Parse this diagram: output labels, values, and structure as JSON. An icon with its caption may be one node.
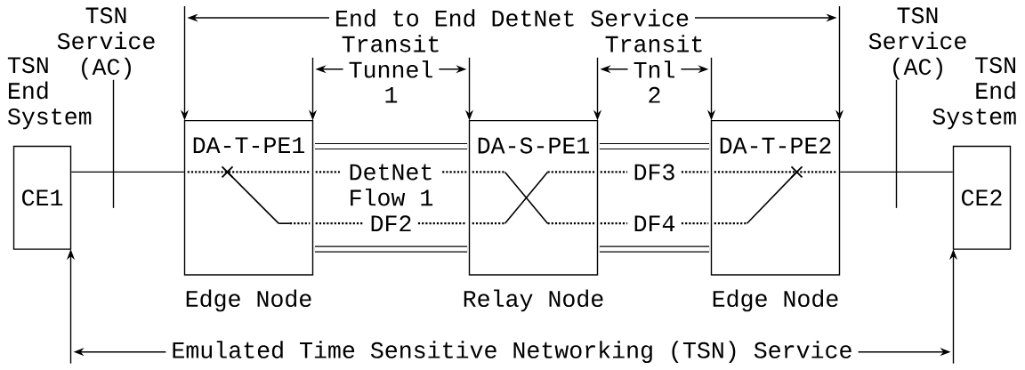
{
  "diagram": {
    "nodes": [
      {
        "text": [
          "CE1"
        ]
      },
      {
        "text": [
          "TSN Service (AC)"
        ]
      },
      {
        "text": [
          "DA-T-PE1"
        ],
        "beside": [
          "Edge Node"
        ]
      },
      {
        "text": [
          "DetNet Flow 1",
          "DF2"
        ]
      },
      {
        "text": [
          "DA-S-PE1"
        ],
        "beside": [
          "Relay Node"
        ]
      },
      {
        "text": [
          "DF3",
          "DF4"
        ]
      },
      {
        "text": [
          "DA-T-PE2"
        ],
        "beside": [
          "Edge Node"
        ]
      },
      {
        "text": [
          "TSN Service (AC)"
        ]
      },
      {
        "text": [
          "CE2"
        ]
      }
    ],
    "edges": [
      {
        "from": 0,
        "to": 2,
        "arrow": "none"
      },
      {
        "from": 6,
        "to": 8,
        "arrow": "none"
      },
      {
        "from": 1,
        "to": null,
        "arrow": "none"
      },
      {
        "from": 7,
        "to": null,
        "arrow": "none"
      }
    ],
    "labels": [
      "End to End DetNet Service",
      "Transit",
      "Transit",
      "TSN End System",
      "Tunnel",
      "Tnl",
      "TSN End System",
      "1",
      "2",
      "Emulated Time Sensitive Networking (TSN) Service"
    ]
  }
}
